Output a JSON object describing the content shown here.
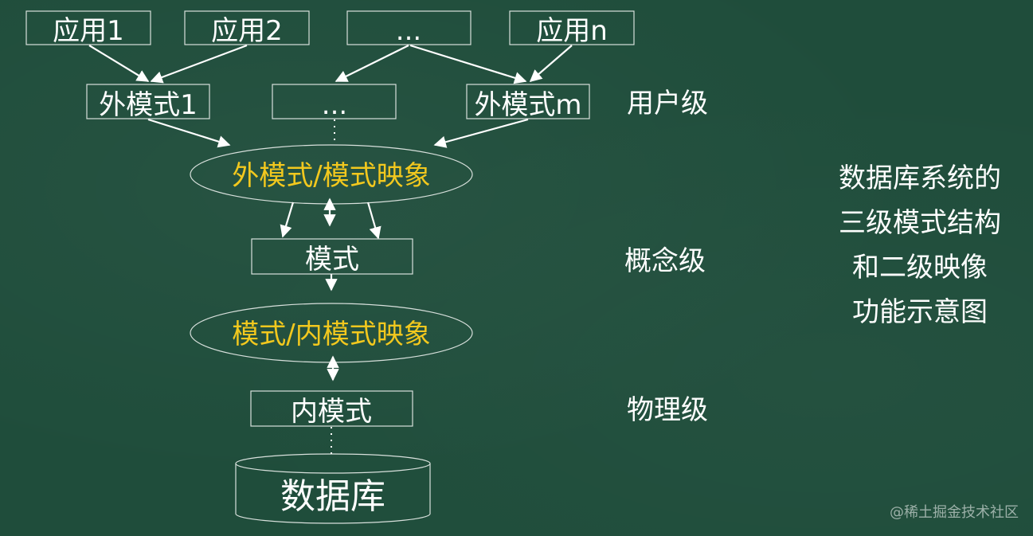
{
  "applications": [
    {
      "label": "应用1"
    },
    {
      "label": "应用2"
    },
    {
      "label": "..."
    },
    {
      "label": "应用n"
    }
  ],
  "external_schemas": [
    {
      "label": "外模式1"
    },
    {
      "label": "..."
    },
    {
      "label": "外模式m"
    }
  ],
  "external_mapping": {
    "label": "外模式/模式映象"
  },
  "schema": {
    "label": "模式"
  },
  "internal_mapping": {
    "label": "模式/内模式映象"
  },
  "internal_schema": {
    "label": "内模式"
  },
  "database": {
    "label": "数据库"
  },
  "levels": {
    "user": "用户级",
    "conceptual": "概念级",
    "physical": "物理级"
  },
  "caption": {
    "lines": [
      "数据库系统的",
      "三级模式结构",
      "和二级映像",
      "功能示意图"
    ]
  },
  "watermark": "@稀土掘金技术社区",
  "colors": {
    "background": "#1f4d3b",
    "mapping_text": "#f2c81e",
    "text": "#ffffff",
    "stroke": "#d8e0dc"
  }
}
